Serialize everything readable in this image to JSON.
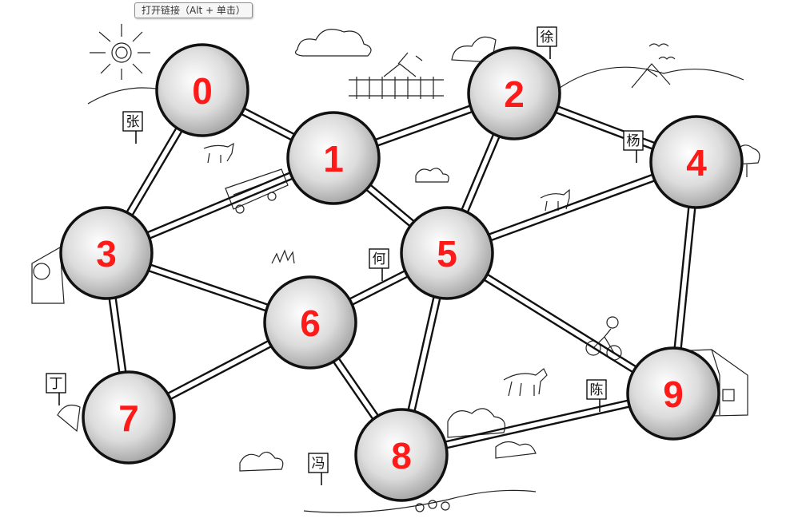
{
  "tooltip": {
    "text": "打开链接（Alt + 单击）"
  },
  "colors": {
    "node_label": "#ff1a1a",
    "node_stroke": "#111111",
    "ink": "#111111"
  },
  "nodes": [
    {
      "id": "0",
      "label": "0"
    },
    {
      "id": "1",
      "label": "1"
    },
    {
      "id": "2",
      "label": "2"
    },
    {
      "id": "3",
      "label": "3"
    },
    {
      "id": "4",
      "label": "4"
    },
    {
      "id": "5",
      "label": "5"
    },
    {
      "id": "6",
      "label": "6"
    },
    {
      "id": "7",
      "label": "7"
    },
    {
      "id": "8",
      "label": "8"
    },
    {
      "id": "9",
      "label": "9"
    }
  ],
  "edges": [
    [
      "0",
      "1"
    ],
    [
      "0",
      "3"
    ],
    [
      "1",
      "2"
    ],
    [
      "1",
      "3"
    ],
    [
      "1",
      "5"
    ],
    [
      "2",
      "4"
    ],
    [
      "2",
      "5"
    ],
    [
      "3",
      "6"
    ],
    [
      "3",
      "7"
    ],
    [
      "4",
      "5"
    ],
    [
      "4",
      "9"
    ],
    [
      "5",
      "6"
    ],
    [
      "5",
      "8"
    ],
    [
      "5",
      "9"
    ],
    [
      "6",
      "7"
    ],
    [
      "6",
      "8"
    ],
    [
      "8",
      "9"
    ]
  ],
  "signs": [
    {
      "id": "zhang",
      "text": "张"
    },
    {
      "id": "xu",
      "text": "徐"
    },
    {
      "id": "yang",
      "text": "杨"
    },
    {
      "id": "he",
      "text": "何"
    },
    {
      "id": "ding",
      "text": "丁"
    },
    {
      "id": "chen",
      "text": "陈"
    },
    {
      "id": "ma",
      "text": "冯"
    }
  ]
}
